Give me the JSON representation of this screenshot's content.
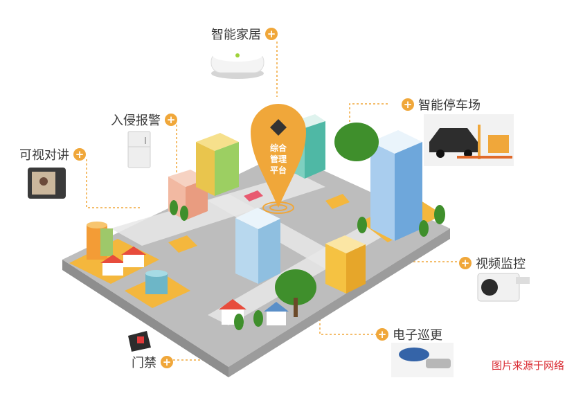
{
  "labels": {
    "smart_home": "智能家居",
    "intrusion_alarm": "入侵报警",
    "video_intercom": "可视对讲",
    "smart_parking": "智能停车场",
    "video_surveillance": "视频监控",
    "electronic_patrol": "电子巡更",
    "access_control": "门禁"
  },
  "pin": {
    "line1": "综合",
    "line2": "管理",
    "line3": "平台"
  },
  "plus_symbol": "+",
  "credit": "图片来源于网络",
  "colors": {
    "accent": "#f0a73a",
    "road": "#a7a7a7",
    "ground": "#b9b9b9",
    "grass": "#79b23f",
    "credit": "#d9282f"
  }
}
